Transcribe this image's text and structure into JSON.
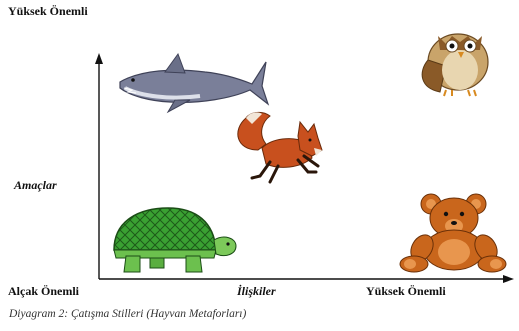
{
  "diagram": {
    "y_top_label": "Yüksek Önemli",
    "y_axis_label": "Amaçlar",
    "origin_label": "Alçak Önemli",
    "x_axis_label": "İlişkiler",
    "x_right_label": "Yüksek Önemli",
    "caption": "Diyagram 2: Çatışma Stilleri (Hayvan Metaforları)"
  },
  "animals": [
    {
      "name": "shark",
      "icon": "shark-icon",
      "goals": "high",
      "relationships": "low"
    },
    {
      "name": "owl",
      "icon": "owl-icon",
      "goals": "high",
      "relationships": "high"
    },
    {
      "name": "fox",
      "icon": "fox-icon",
      "goals": "medium",
      "relationships": "medium"
    },
    {
      "name": "turtle",
      "icon": "turtle-icon",
      "goals": "low",
      "relationships": "low"
    },
    {
      "name": "teddy bear",
      "icon": "teddy-bear-icon",
      "goals": "low",
      "relationships": "high"
    }
  ],
  "colors": {
    "shark": "#7a7f99",
    "owl": "#b07a3c",
    "fox": "#c8501e",
    "turtle": "#2f8a2a",
    "teddy_bear": "#c9661c"
  }
}
